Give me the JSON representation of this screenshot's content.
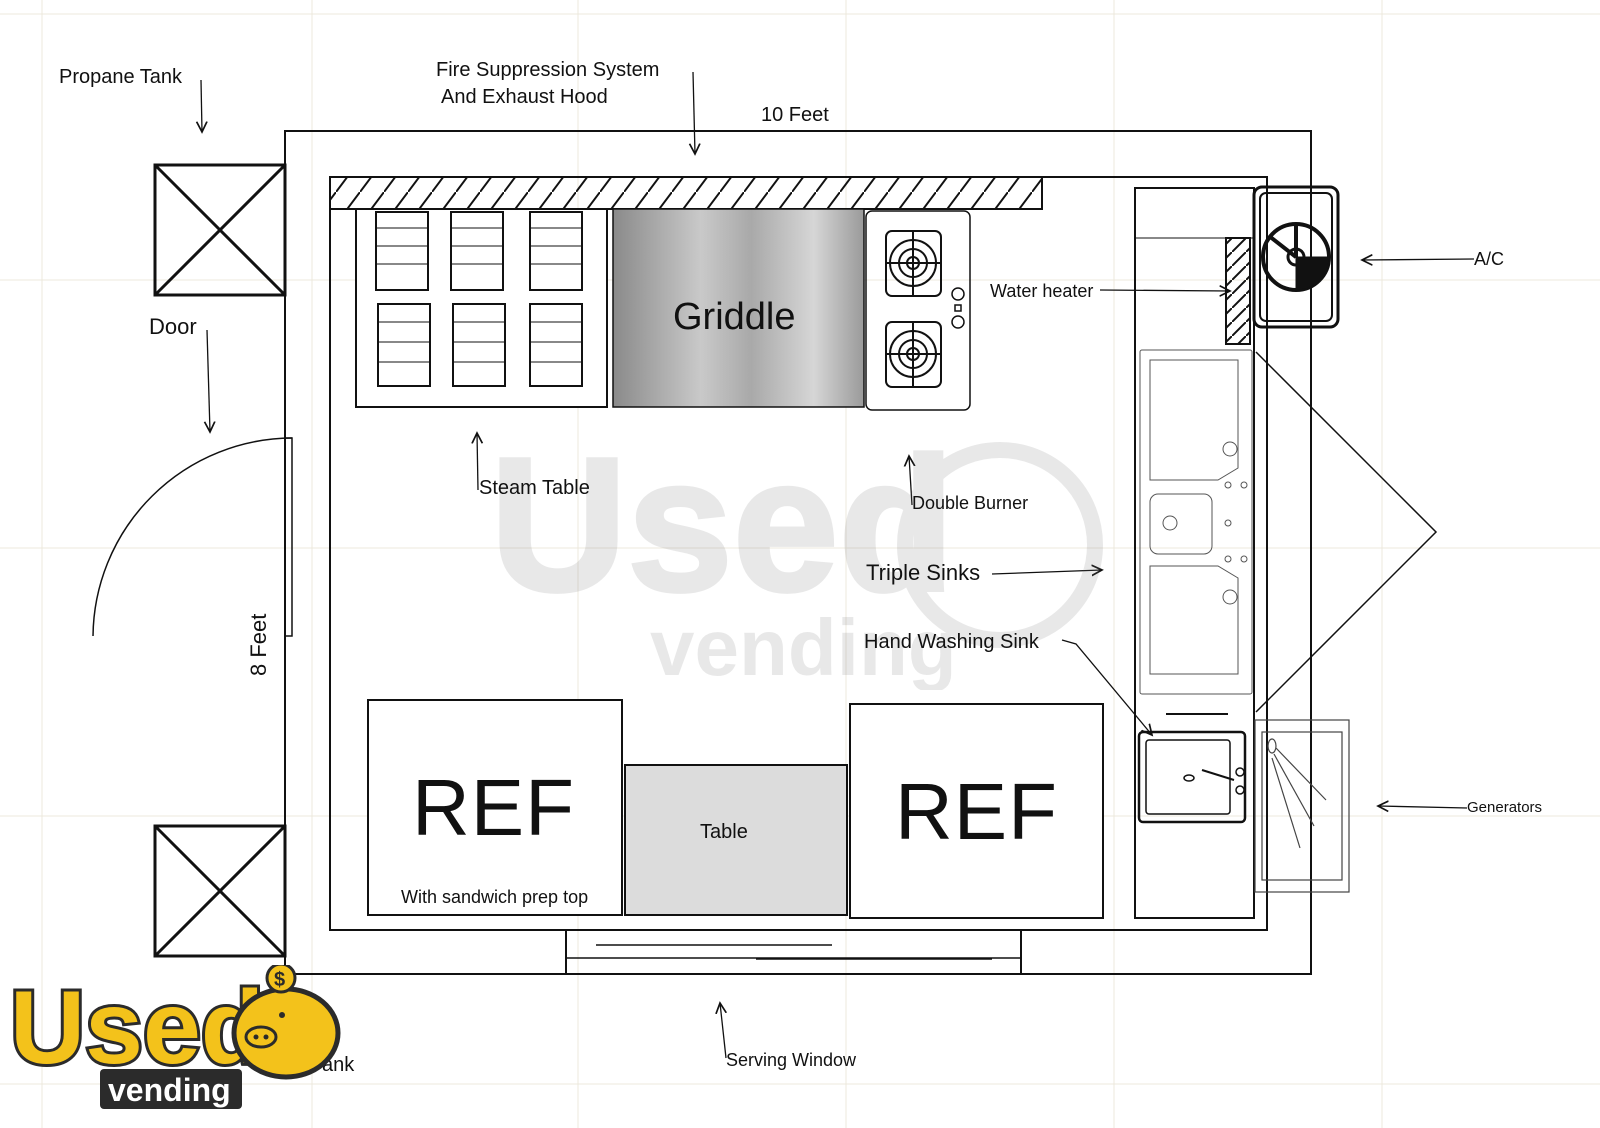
{
  "labels": {
    "propane_tank": "Propane Tank",
    "fire_suppression_line1": "Fire Suppression System",
    "fire_suppression_line2": "And Exhaust Hood",
    "width": "10 Feet",
    "length": "8 Feet",
    "door": "Door",
    "griddle": "Griddle",
    "steam_table": "Steam Table",
    "double_burner": "Double Burner",
    "water_heater": "Water heater",
    "ac": "A/C",
    "triple_sinks": "Triple Sinks",
    "hand_washing_sink": "Hand Washing Sink",
    "ref_left": "REF",
    "ref_left_note": "With sandwich prep top",
    "table": "Table",
    "ref_right": "REF",
    "generators": "Generators",
    "serving_window": "Serving Window",
    "tank_partial": "ank"
  },
  "logo": {
    "word": "Used",
    "sub": "vending",
    "symbol": "$"
  },
  "colors": {
    "line": "#111111",
    "logo_yellow": "#f3c21b",
    "logo_dark": "#2b2b2b",
    "grid": "#ece8dc"
  }
}
